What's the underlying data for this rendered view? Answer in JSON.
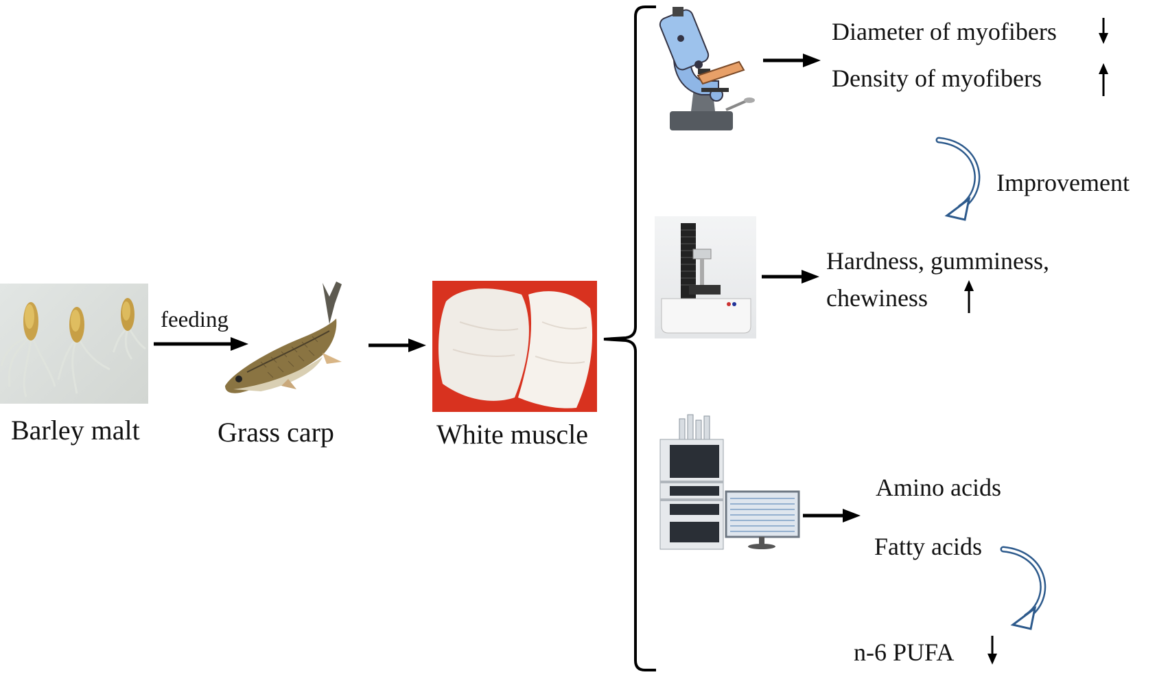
{
  "left_flow": {
    "barley_malt": "Barley malt",
    "feeding": "feeding",
    "grass_carp": "Grass carp",
    "white_muscle": "White muscle"
  },
  "microscopy": {
    "line1": "Diameter of myofibers",
    "line2": "Density of myofibers"
  },
  "transition": "Improvement",
  "texture": {
    "line1": "Hardness, gumminess,",
    "line2": "chewiness"
  },
  "chromatography": {
    "amino": "Amino acids",
    "fatty": "Fatty acids",
    "pufa": "n-6 PUFA"
  },
  "icons": {
    "microscope": "microscope-icon",
    "texture_analyzer": "texture-analyzer-icon",
    "hplc": "hplc-instrument-icon"
  },
  "colors": {
    "curved_arrow": "#2d5a8c",
    "arrow": "#000000",
    "muscle_bg": "#d8321f"
  }
}
